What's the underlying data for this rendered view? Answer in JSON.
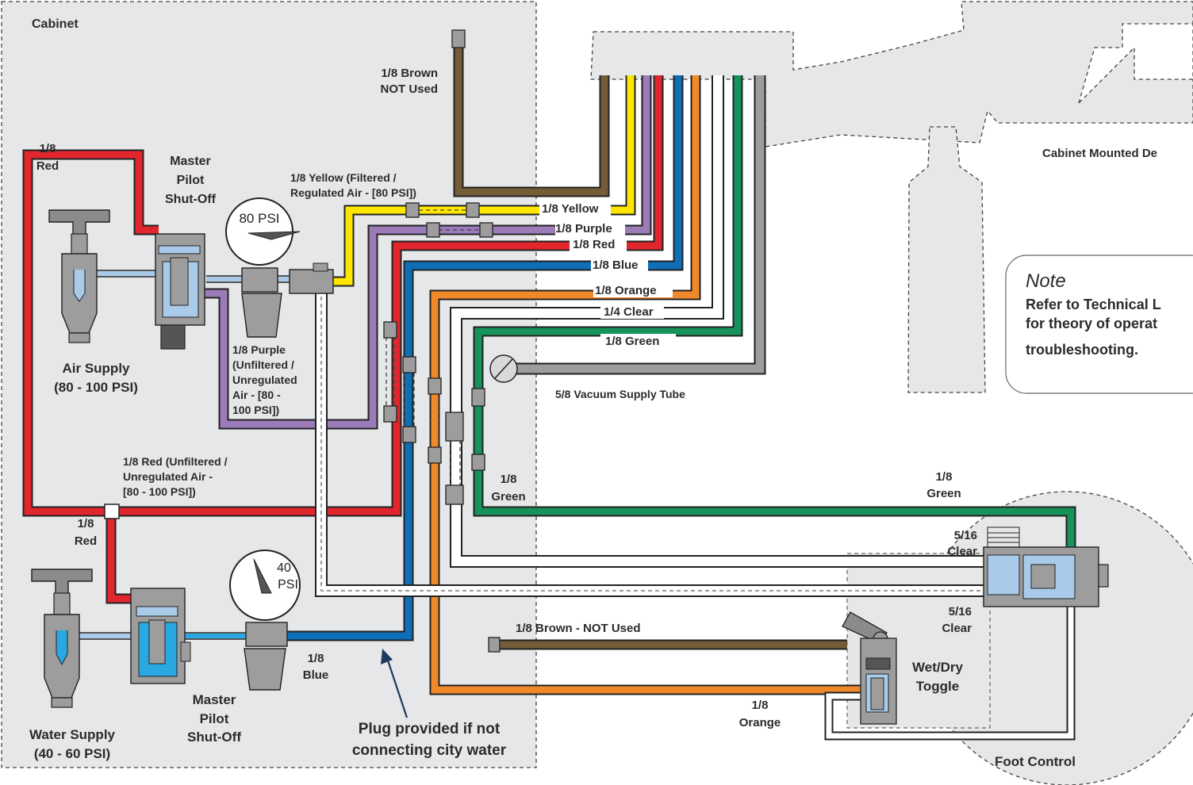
{
  "colors": {
    "red": "#e1262d",
    "yellow": "#ffe600",
    "purple": "#9b7bb8",
    "blue": "#0e6fb6",
    "orange": "#f0892a",
    "green": "#16935a",
    "brown": "#735c36",
    "gray": "#9d9d9d",
    "cabinet_bg": "#e6e7e9",
    "light_blue": "#a9cbe9",
    "water_blue": "#29a8e1"
  },
  "labels": {
    "cabinet": "Cabinet",
    "cabinet_mounted": "Cabinet Mounted De",
    "brown_top_1": "1/8 Brown",
    "brown_top_2": "NOT Used",
    "red_top_1": "1/8",
    "red_top_2": "Red",
    "master_top_1": "Master",
    "master_top_2": "Pilot",
    "master_top_3": "Shut-Off",
    "yellow_note_1": "1/8 Yellow (Filtered /",
    "yellow_note_2": "Regulated Air - [80 PSI])",
    "gauge_80": "80 PSI",
    "air_supply_1": "Air Supply",
    "air_supply_2": "(80 - 100 PSI)",
    "purple_note_1": "1/8 Purple",
    "purple_note_2": "(Unfiltered /",
    "purple_note_3": "Unregulated",
    "purple_note_4": "Air - [80 -",
    "purple_note_5": "100 PSI])",
    "tube_yellow": "1/8 Yellow",
    "tube_purple": "1/8 Purple",
    "tube_red": "1/8 Red",
    "tube_blue": "1/8 Blue",
    "tube_orange": "1/8 Orange",
    "tube_clear": "1/4 Clear",
    "tube_green": "1/8 Green",
    "vacuum": "5/8 Vacuum Supply Tube",
    "note_title": "Note",
    "note_1": "Refer to Technical L",
    "note_2": "for theory of operat",
    "note_3": "troubleshooting.",
    "red_mid_1": "1/8 Red (Unfiltered /",
    "red_mid_2": "Unregulated Air -",
    "red_mid_3": "[80 - 100 PSI])",
    "red_low_1": "1/8",
    "red_low_2": "Red",
    "green_mid_1": "1/8",
    "green_mid_2": "Green",
    "green_right_1": "1/8",
    "green_right_2": "Green",
    "clear_top_1": "5/16",
    "clear_top_2": "Clear",
    "clear_bot_1": "5/16",
    "clear_bot_2": "Clear",
    "gauge_40_1": "40",
    "gauge_40_2": "PSI",
    "brown_low": "1/8 Brown - NOT Used",
    "blue_low_1": "1/8",
    "blue_low_2": "Blue",
    "master_bot_1": "Master",
    "master_bot_2": "Pilot",
    "master_bot_3": "Shut-Off",
    "wetdry_1": "Wet/Dry",
    "wetdry_2": "Toggle",
    "orange_low_1": "1/8",
    "orange_low_2": "Orange",
    "water_1": "Water Supply",
    "water_2": "(40 - 60 PSI)",
    "plug_1": "Plug provided if not",
    "plug_2": "connecting city water",
    "foot_control": "Foot Control"
  }
}
